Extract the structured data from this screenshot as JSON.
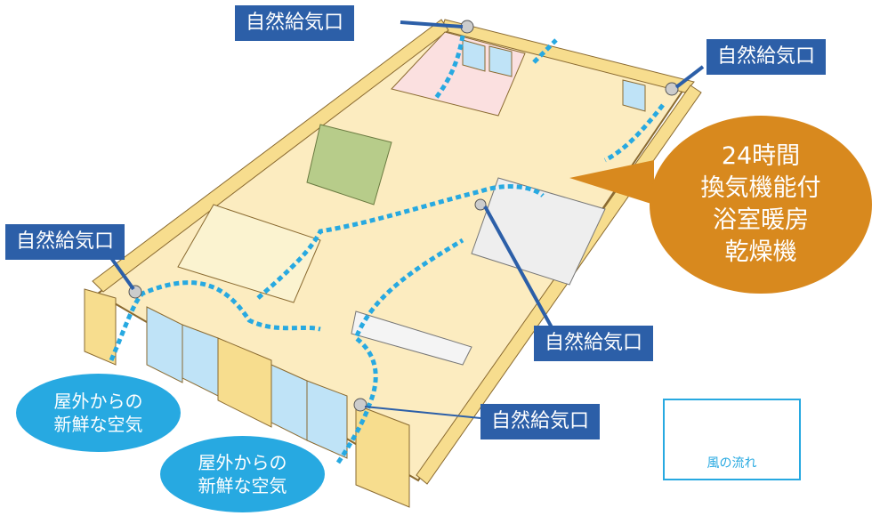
{
  "labels": {
    "vent_top": "自然給気口",
    "vent_right_top": "自然給気口",
    "vent_left": "自然給気口",
    "vent_center": "自然給気口",
    "vent_bottom": "自然給気口"
  },
  "dryer": {
    "lines": [
      "24時間",
      "換気機能付",
      "浴室暖房",
      "乾燥機"
    ]
  },
  "bubbles": {
    "left": [
      "屋外からの",
      "新鮮な空気"
    ],
    "bottom": [
      "屋外からの",
      "新鮮な空気"
    ]
  },
  "legend": {
    "text": "風の流れ"
  },
  "colors": {
    "label_bg": "#2c5fa8",
    "air_flow": "#27a9e1",
    "dryer_bg": "#d8891e",
    "wall": "#f7dd8e"
  }
}
